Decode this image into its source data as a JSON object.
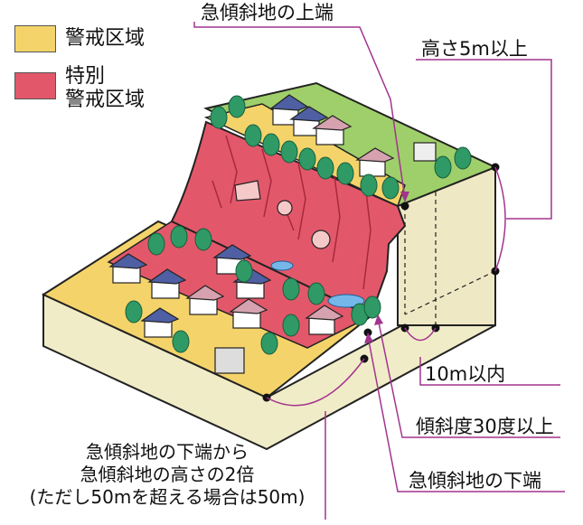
{
  "legend": {
    "caution_zone": {
      "label": "警戒区域",
      "color": "#f4d46a"
    },
    "special_zone": {
      "label_line1": "特別",
      "label_line2": "警戒区域",
      "color": "#e2586a"
    }
  },
  "callouts": {
    "slope_top": "急傾斜地の上端",
    "height": "高さ5m以上",
    "within_10m": "10m以内",
    "incline": "傾斜度30度以上",
    "slope_bottom": "急傾斜地の下端"
  },
  "note": {
    "line1": "急傾斜地の下端から",
    "line2": "急傾斜地の高さの2倍",
    "line3": "(ただし50mを超える場合は50m)"
  },
  "colors": {
    "leader_line": "#a2348e",
    "outline": "#222222",
    "ground_side": "#f1ecc8",
    "ground_top": "#9fcf6a",
    "tree": "#2f9a66",
    "cliff_crack": "#a8283c"
  }
}
